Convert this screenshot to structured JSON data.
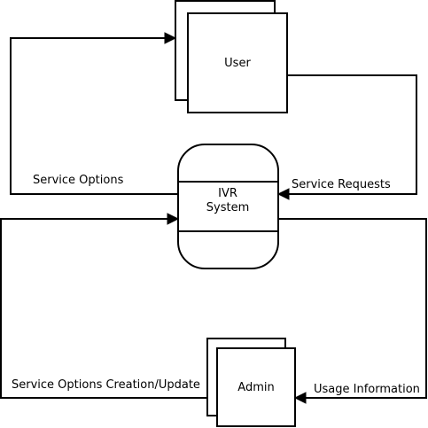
{
  "nodes": {
    "user": {
      "label": "User"
    },
    "ivr": {
      "label_line1": "IVR",
      "label_line2": "System"
    },
    "admin": {
      "label": "Admin"
    }
  },
  "edges": {
    "service_options": {
      "label": "Service Options"
    },
    "service_requests": {
      "label": "Service Requests"
    },
    "service_options_creation": {
      "label": "Service Options Creation/Update"
    },
    "usage_information": {
      "label": "Usage Information"
    }
  }
}
